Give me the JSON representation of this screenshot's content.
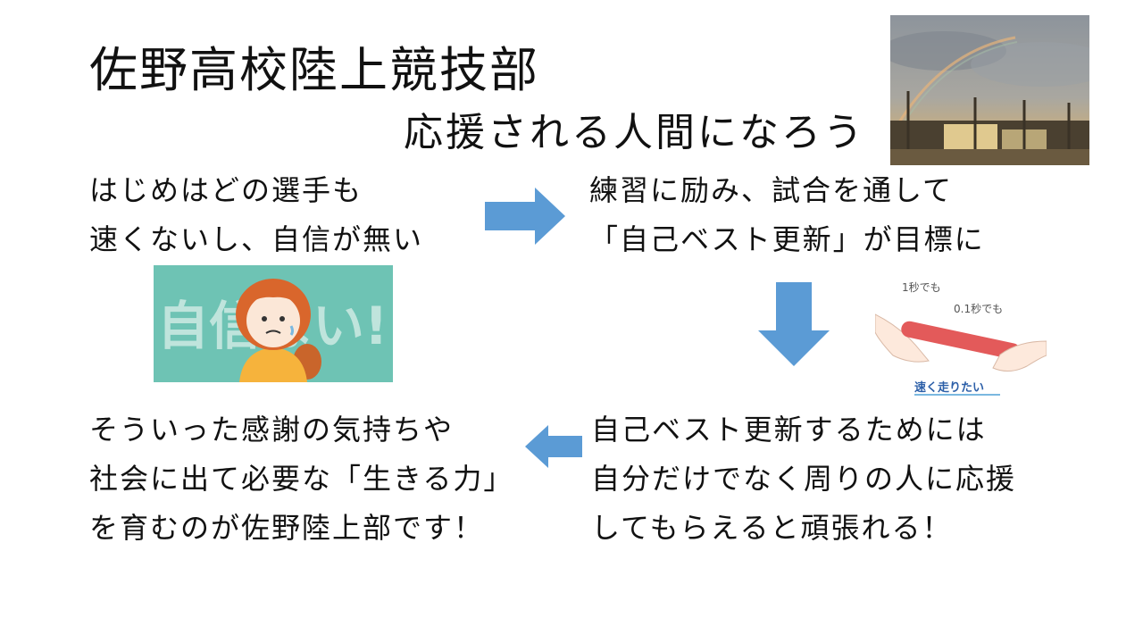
{
  "slide": {
    "title": "佐野高校陸上競技部",
    "subtitle": "応援される人間になろう",
    "block1": {
      "lines": [
        "はじめはどの選手も",
        "速くないし、自信が無い"
      ]
    },
    "block2": {
      "lines": [
        "練習に励み、試合を通して",
        "「自己ベスト更新」が目標に"
      ]
    },
    "block3": {
      "lines": [
        "そういった感謝の気持ちや",
        "社会に出て必要な「生きる力」",
        "を育むのが佐野陸上部です！"
      ]
    },
    "block4": {
      "lines": [
        "自己ベスト更新するためには",
        "自分だけでなく周りの人に応援",
        "してもらえると頑張れる！"
      ]
    },
    "illustration": {
      "text": "自信ない!",
      "bg_color": "#6ec3b4"
    },
    "baton_image": {
      "label1": "1秒でも",
      "label2": "0.1秒でも",
      "caption": "速く走りたい"
    },
    "arrow_color": "#5b9bd5"
  }
}
